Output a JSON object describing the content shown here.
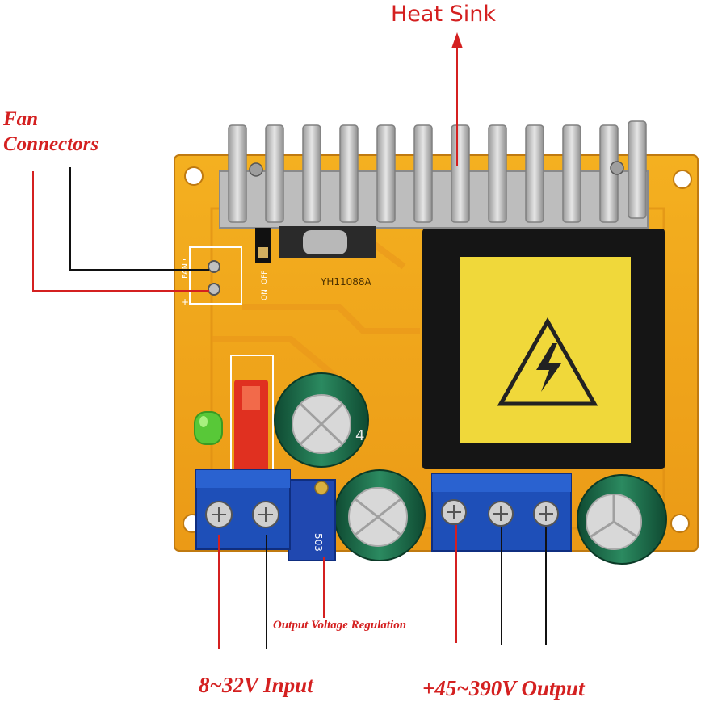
{
  "labels": {
    "heat_sink": "Heat Sink",
    "fan_line1": "Fan",
    "fan_line2": "Connectors",
    "output_regulation": "Output Voltage Regulation",
    "input": "8~32V Input",
    "output": "+45~390V Output"
  },
  "board": {
    "model": "YH11088A",
    "fan_silk": "FAN",
    "fan_minus": "-",
    "fan_plus": "+",
    "switch_on": "ON",
    "switch_off": "OFF",
    "pot_code": "503",
    "cap_mark": "4"
  },
  "colors": {
    "callout": "#d42020",
    "pcb": "#f2a81c",
    "pcb_dark": "#d9880f",
    "terminal": "#1e4fb8",
    "capacitor": "#1e6a4a",
    "heatsink": "#c9c9c9",
    "transformer_core": "#1a1a1a",
    "bobbin": "#f2dc3c"
  }
}
